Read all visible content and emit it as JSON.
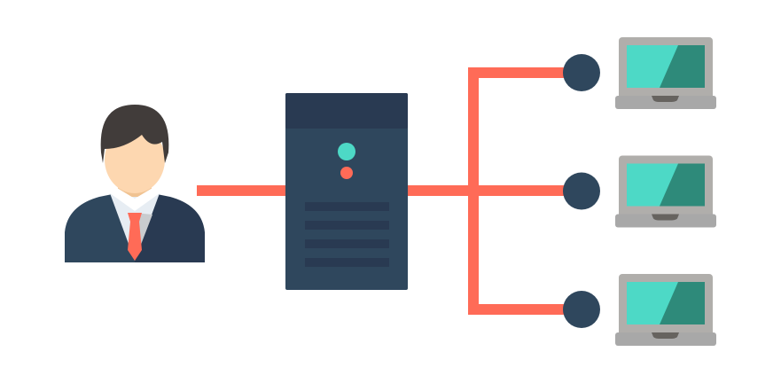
{
  "diagram": {
    "title_visible": false,
    "nodes": [
      {
        "id": "user",
        "kind": "person"
      },
      {
        "id": "server",
        "kind": "server"
      },
      {
        "id": "client-1",
        "kind": "laptop"
      },
      {
        "id": "client-2",
        "kind": "laptop"
      },
      {
        "id": "client-3",
        "kind": "laptop"
      }
    ],
    "edges": [
      {
        "from": "user",
        "to": "server"
      },
      {
        "from": "server",
        "to": "client-1"
      },
      {
        "from": "server",
        "to": "client-2"
      },
      {
        "from": "server",
        "to": "client-3"
      }
    ]
  },
  "colors": {
    "connector": "#ff6b57",
    "navy": "#2f475d",
    "navy_dark": "#293a52",
    "screen_light": "#4dd9c6",
    "screen_dark": "#2e8a7a",
    "laptop_body": "#b0aeab",
    "laptop_base": "#a8a8a8",
    "skin": "#fdd7b0",
    "hair": "#413c3a"
  }
}
